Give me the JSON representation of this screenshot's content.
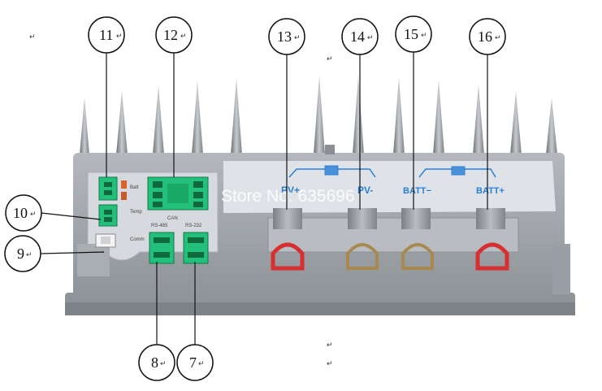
{
  "callouts": {
    "c11": "11",
    "c12": "12",
    "c13": "13",
    "c14": "14",
    "c15": "15",
    "c16": "16",
    "c10": "10",
    "c9": "9",
    "c8": "8",
    "c7": "7"
  },
  "para_mark": "↵",
  "terminals": {
    "pv_plus": "PV+",
    "pv_minus": "PV-",
    "batt_minus": "BATT−",
    "batt_plus": "BATT+"
  },
  "ports": {
    "can": "CAN",
    "rs485": "RS-485",
    "rs232": "RS-232"
  },
  "watermark": "Store No: 635696",
  "colors": {
    "device_body": "#9ea3a8",
    "panel": "#dfe3e8",
    "connector_green": "#22c07a",
    "terminal_red": "#d63030",
    "terminal_tan": "#a88a50",
    "blue_text": "#2a7fd4"
  }
}
